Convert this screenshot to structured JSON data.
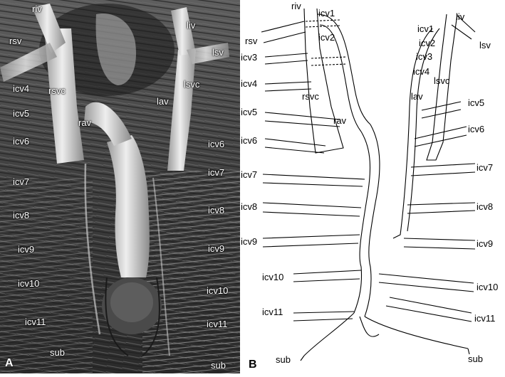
{
  "panel_a": {
    "letter": "A",
    "labels": {
      "riv": "riv",
      "liv": "liv",
      "rsv": "rsv",
      "lsv": "lsv",
      "rsvc": "rsvc",
      "lsvc": "lsvc",
      "lav": "lav",
      "rav": "rav",
      "icv4": "icv4",
      "icv5": "icv5",
      "icv6_l": "icv6",
      "icv6_r": "icv6",
      "icv7_l": "icv7",
      "icv7_r": "icv7",
      "icv8_l": "icv8",
      "icv8_r": "icv8",
      "icv9_l": "icv9",
      "icv9_r": "icv9",
      "icv10_l": "icv10",
      "icv10_r": "icv10",
      "icv11_l": "icv11",
      "icv11_r": "icv11",
      "sub_l": "sub",
      "sub_r": "sub"
    }
  },
  "panel_b": {
    "letter": "B",
    "labels": {
      "riv": "riv",
      "icv1_r": "icv1",
      "icv2_r": "icv2",
      "rsv": "rsv",
      "icv3_r": "icv3",
      "icv4_r": "icv4",
      "rsvc": "rsvc",
      "icv5_r": "icv5",
      "rav": "rav",
      "icv6_r": "icv6",
      "icv7_r": "icv7",
      "icv8_r": "icv8",
      "icv9_r": "icv9",
      "icv10_r": "icv10",
      "icv11_r": "icv11",
      "sub_r": "sub",
      "liv": "liv",
      "icv1_l": "icv1",
      "icv2_l": "icv2",
      "icv3_l": "icv3",
      "lsv": "lsv",
      "icv4_l": "icv4",
      "lsvc": "lsvc",
      "lav": "lav",
      "icv5_l": "icv5",
      "icv6_l": "icv6",
      "icv7_l": "icv7",
      "icv8_l": "icv8",
      "icv9_l": "icv9",
      "icv10_l": "icv10",
      "icv11_l": "icv11",
      "sub_l": "sub"
    }
  }
}
